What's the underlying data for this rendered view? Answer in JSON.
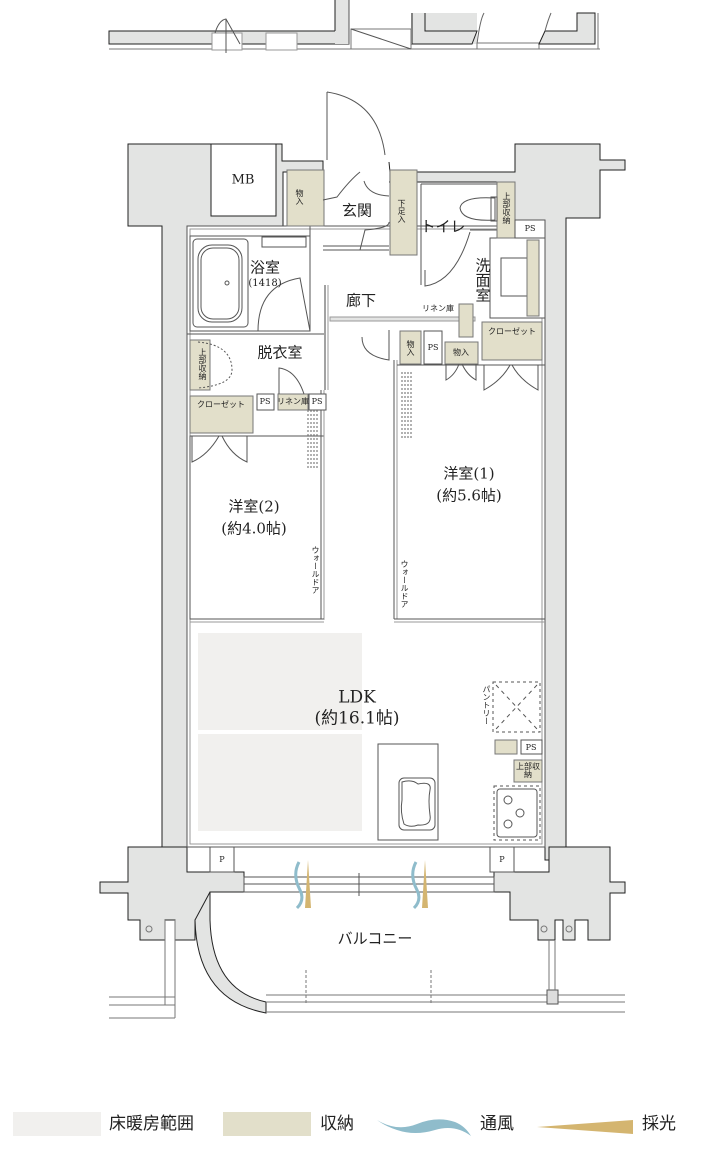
{
  "floorplan": {
    "rooms": {
      "mb": "MB",
      "entrance": "玄関",
      "storage_entrance": "物入",
      "shoe_storage": "下足入",
      "toilet": "トイレ",
      "toilet_upper_storage": "上部収納",
      "ps_toilet": "PS",
      "bathroom": "浴室",
      "bathroom_size": "(1418)",
      "washroom": "洗面室",
      "hallway": "廊下",
      "linen_closet_hall": "リネン庫",
      "storage_hall": "物入",
      "ps_hall": "PS",
      "storage_room1": "物入",
      "closet_room1": "クローゼット",
      "dressing_room": "脱衣室",
      "dressing_upper_storage": "上部収納",
      "linen_closet_dressing": "リネン庫",
      "ps_dressing_left": "PS",
      "ps_dressing_right": "PS",
      "closet_room2": "クローゼット",
      "room2_name": "洋室(2)",
      "room2_size": "(約4.0帖)",
      "room2_walldoor": "ウォールドア",
      "room1_name": "洋室(1)",
      "room1_size": "(約5.6帖)",
      "room1_walldoor": "ウォールドア",
      "ldk_name": "LDK",
      "ldk_size": "(約16.1帖)",
      "pantry": "パントリー",
      "ps_kitchen": "PS",
      "kitchen_upper_storage": "上部収納",
      "pipe_left": "P",
      "pipe_right": "P",
      "balcony": "バルコニー"
    },
    "colors": {
      "wall": "#e3e4e3",
      "wall_line": "#222222",
      "floor_heating": "#f1f0ee",
      "storage": "#e2dfca",
      "ventilation": "#8fbccb",
      "daylight": "#d4b570"
    }
  },
  "legend": {
    "items": [
      {
        "label": "床暖房範囲",
        "type": "floor-heating",
        "color": "#f1f0ee"
      },
      {
        "label": "収納",
        "type": "storage",
        "color": "#e2dfca"
      },
      {
        "label": "通風",
        "type": "ventilation",
        "color": "#8fbccb"
      },
      {
        "label": "採光",
        "type": "daylight",
        "color": "#d4b570"
      }
    ]
  }
}
